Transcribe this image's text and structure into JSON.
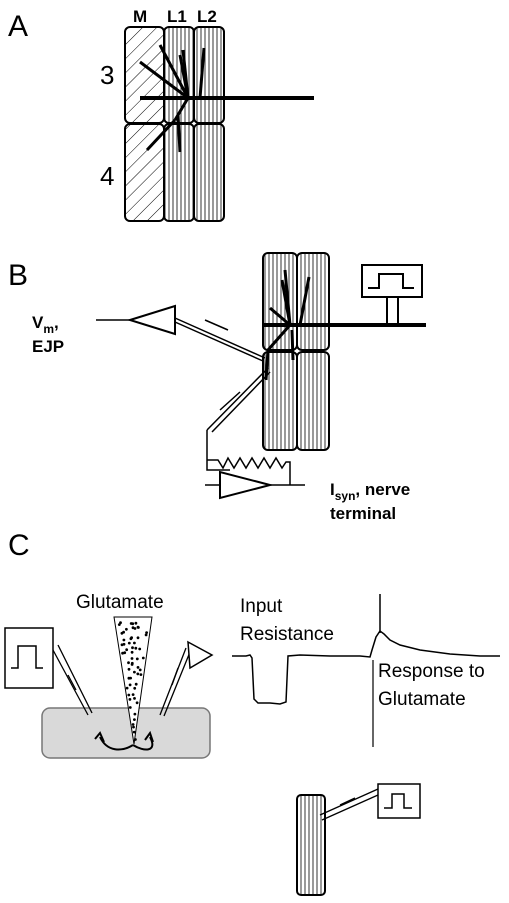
{
  "panels": {
    "a": {
      "label": "A",
      "columns": [
        "M",
        "L1",
        "L2"
      ],
      "rows": [
        "3",
        "4"
      ]
    },
    "b": {
      "label": "B",
      "vm_main": "V",
      "vm_sub": "m",
      "vm_comma": ",",
      "ejp": "EJP",
      "isyn_main": "I",
      "isyn_sub": "syn",
      "isyn_rest": ", nerve",
      "terminal": "terminal"
    },
    "c": {
      "label": "C",
      "glutamate": "Glutamate",
      "input_line1": "Input",
      "input_line2": "Resistance",
      "response_line1": "Response to",
      "response_line2": "Glutamate"
    }
  },
  "colors": {
    "stroke": "#000000",
    "bath_fill": "#d9d9d9",
    "bath_stroke": "#777777"
  }
}
